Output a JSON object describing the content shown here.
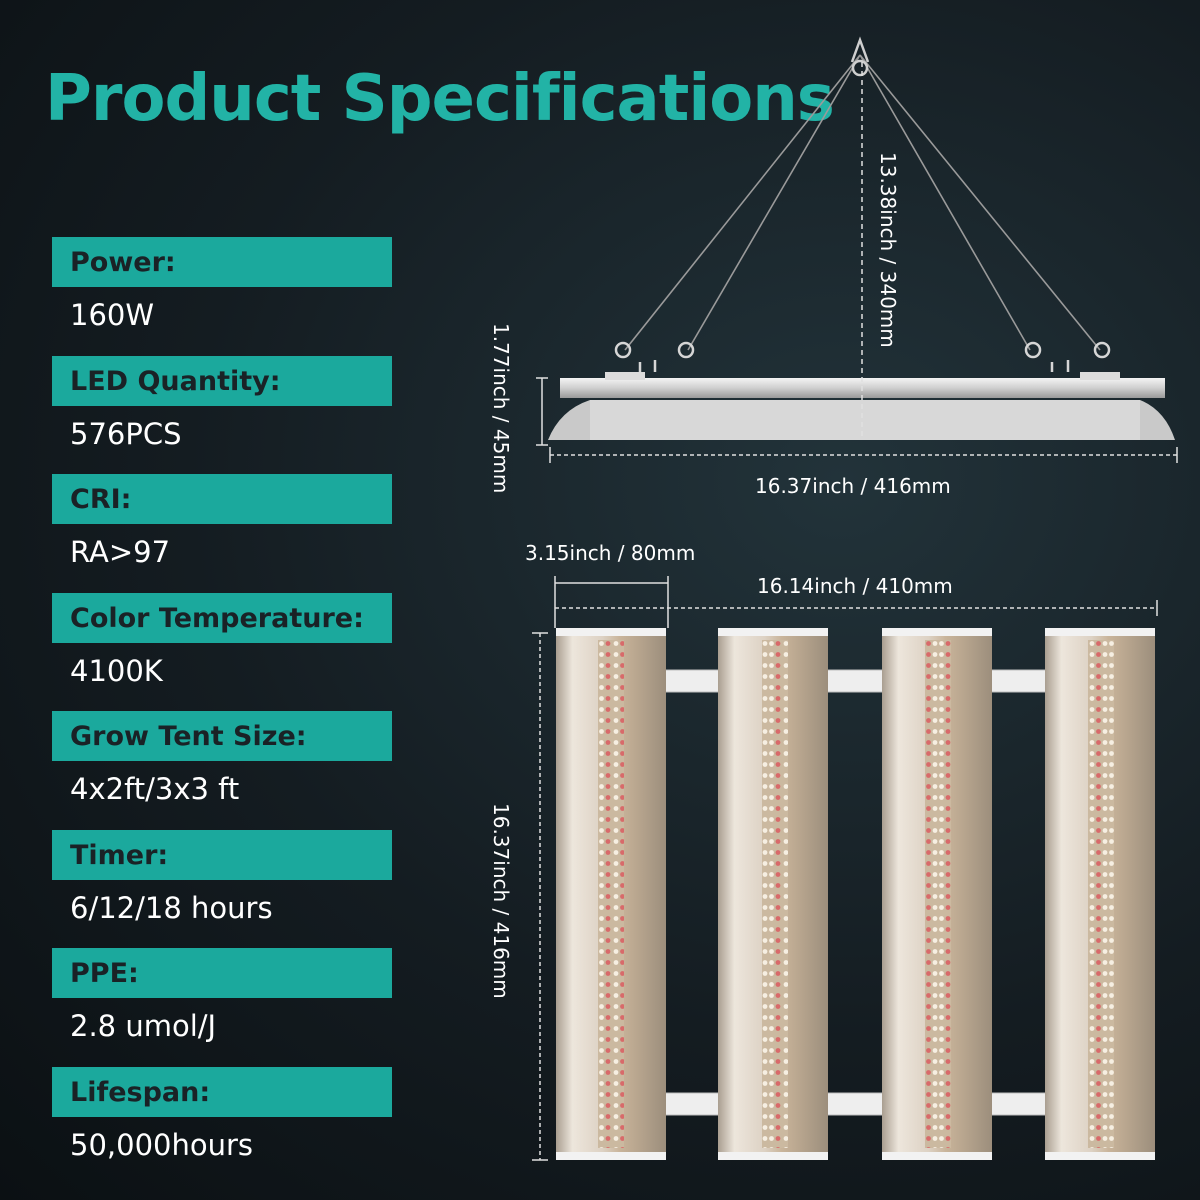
{
  "title": "Product Specifications",
  "specs": [
    {
      "label": "Power:",
      "value": "160W"
    },
    {
      "label": "LED Quantity:",
      "value": "576PCS"
    },
    {
      "label": "CRI:",
      "value": "RA>97"
    },
    {
      "label": "Color Temperature:",
      "value": "4100K"
    },
    {
      "label": "Grow Tent Size:",
      "value": "4x2ft/3x3 ft"
    },
    {
      "label": "Timer:",
      "value": "6/12/18 hours"
    },
    {
      "label": "PPE:",
      "value": "2.8 umol/J"
    },
    {
      "label": "Lifespan:",
      "value": "50,000hours"
    }
  ],
  "dimensions": {
    "hang_height": "13.38inch / 340mm",
    "side_height": "1.77inch / 45mm",
    "side_width": "16.37inch / 416mm",
    "bar_width": "3.15inch / 80mm",
    "top_width": "16.14inch / 410mm",
    "top_height": "16.37inch / 416mm"
  },
  "colors": {
    "accent": "#1ba99d",
    "title": "#22b3a6",
    "background": "#141c21"
  }
}
